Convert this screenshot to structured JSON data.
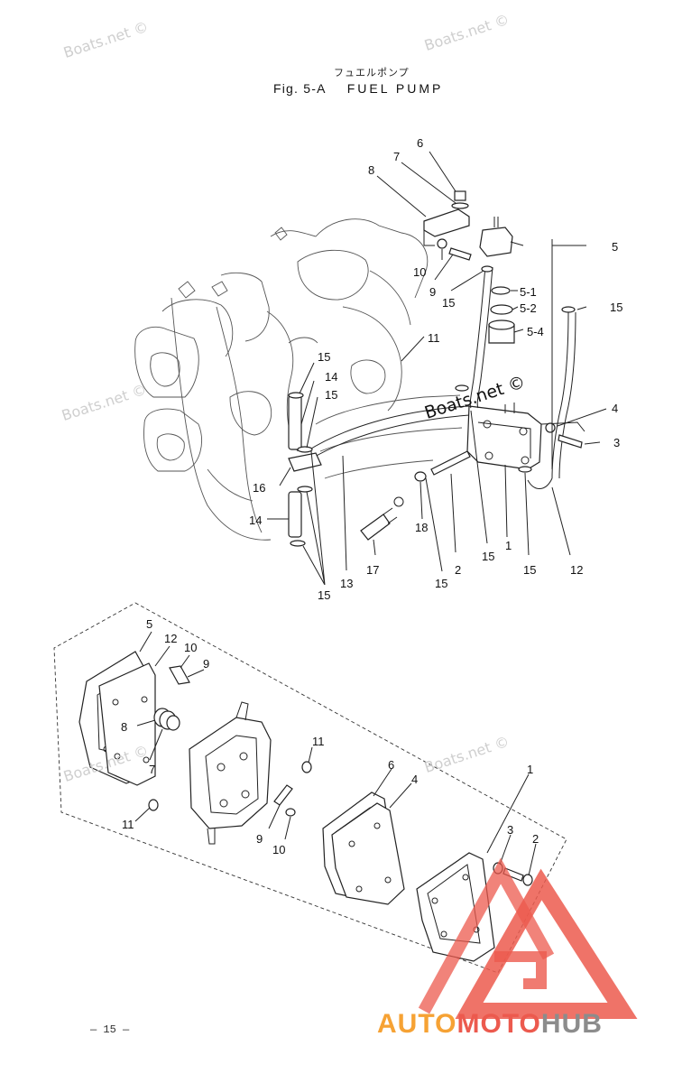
{
  "title_jp": "フュエルポンプ",
  "figure_number": "Fig. 5-A",
  "figure_name": "FUEL PUMP",
  "page_number": "— 15 —",
  "watermarks": [
    "Boats.net ©",
    "Boats.net ©",
    "Boats.net ©",
    "Boats.net ©",
    "Boats.net ©",
    "Boats.net ©"
  ],
  "brand": {
    "auto": "AUTO",
    "moto": "MOTO",
    "hub": "HUB"
  },
  "colors": {
    "line": "#222222",
    "watermark": "#cfcfcf",
    "logo_red": "#ec5a4e",
    "logo_orange": "#f6a234",
    "logo_gray": "#8c8c8c"
  },
  "callouts_upper": [
    {
      "id": "c6",
      "label": "6"
    },
    {
      "id": "c7",
      "label": "7"
    },
    {
      "id": "c8",
      "label": "8"
    },
    {
      "id": "c5",
      "label": "5"
    },
    {
      "id": "c10a",
      "label": "10"
    },
    {
      "id": "c9a",
      "label": "9"
    },
    {
      "id": "c15a",
      "label": "15"
    },
    {
      "id": "c5_1",
      "label": "5-1"
    },
    {
      "id": "c5_2",
      "label": "5-2"
    },
    {
      "id": "c5_4",
      "label": "5-4"
    },
    {
      "id": "c15b",
      "label": "15"
    },
    {
      "id": "c11a",
      "label": "11"
    },
    {
      "id": "c15c",
      "label": "15"
    },
    {
      "id": "c14a",
      "label": "14"
    },
    {
      "id": "c15d",
      "label": "15"
    },
    {
      "id": "c4a",
      "label": "4"
    },
    {
      "id": "c3a",
      "label": "3"
    },
    {
      "id": "c16",
      "label": "16"
    },
    {
      "id": "c14b",
      "label": "14"
    },
    {
      "id": "c18",
      "label": "18"
    },
    {
      "id": "c2a",
      "label": "2"
    },
    {
      "id": "c15e",
      "label": "15"
    },
    {
      "id": "c1a",
      "label": "1"
    },
    {
      "id": "c15f",
      "label": "15"
    },
    {
      "id": "c12a",
      "label": "12"
    },
    {
      "id": "c17",
      "label": "17"
    },
    {
      "id": "c13",
      "label": "13"
    },
    {
      "id": "c15g",
      "label": "15"
    },
    {
      "id": "c15h",
      "label": "15"
    }
  ],
  "callouts_lower": [
    {
      "id": "d5",
      "label": "5"
    },
    {
      "id": "d12",
      "label": "12"
    },
    {
      "id": "d10a",
      "label": "10"
    },
    {
      "id": "d9a",
      "label": "9"
    },
    {
      "id": "d8",
      "label": "8"
    },
    {
      "id": "d7",
      "label": "7"
    },
    {
      "id": "d11a",
      "label": "11"
    },
    {
      "id": "d6",
      "label": "6"
    },
    {
      "id": "d4",
      "label": "4"
    },
    {
      "id": "d1",
      "label": "1"
    },
    {
      "id": "d11b",
      "label": "11"
    },
    {
      "id": "d9b",
      "label": "9"
    },
    {
      "id": "d10b",
      "label": "10"
    },
    {
      "id": "d3",
      "label": "3"
    },
    {
      "id": "d2",
      "label": "2"
    }
  ]
}
